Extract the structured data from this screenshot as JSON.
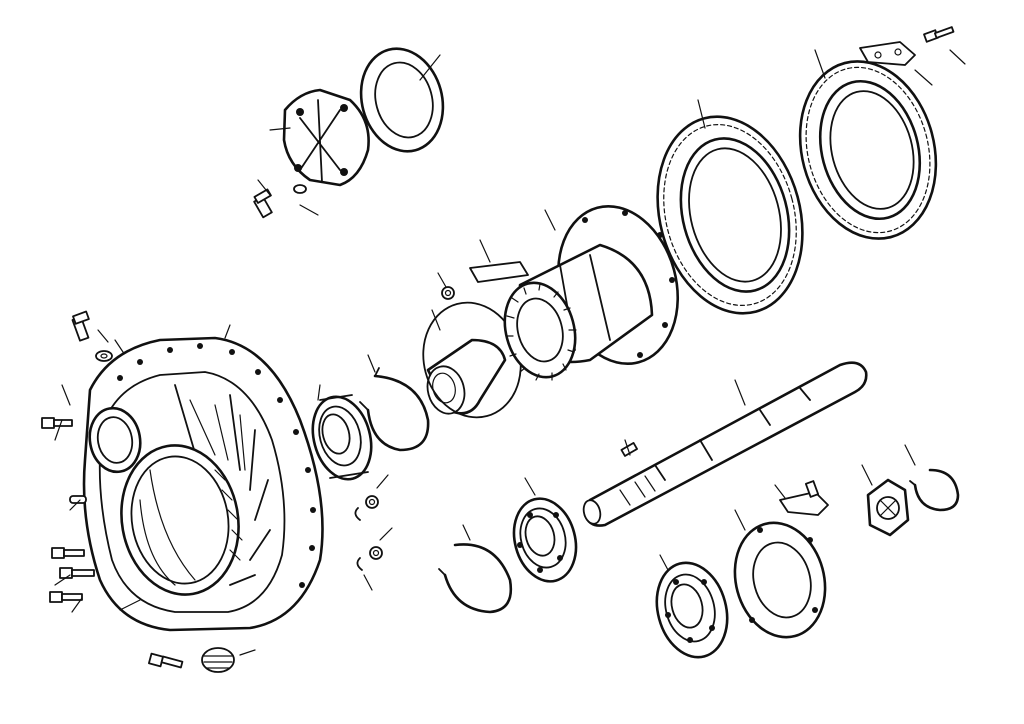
{
  "diagram": {
    "ink_color": "#111111",
    "background_color": "#ffffff",
    "parts": [
      "housing",
      "housing-bolt-top",
      "housing-washer-top",
      "housing-bolt-left-1",
      "housing-bolt-left-2",
      "housing-bolt-left-3",
      "housing-bolt-left-4",
      "dowel-pin",
      "housing-plug",
      "plug-bolt",
      "roller-bearing-left",
      "snap-ring-left",
      "small-nut-1",
      "small-nut-2",
      "spring-clip-1",
      "spring-clip-2",
      "cover-plate",
      "cover-gasket",
      "cover-bolt",
      "cover-washer",
      "bearing-cone",
      "o-ring",
      "planet-carrier-hub",
      "locking-tab",
      "hub-nut",
      "ring-gear",
      "ring-gear-carrier",
      "retainer-plate",
      "retainer-bolt",
      "axle-shaft",
      "shaft-key",
      "shaft-bearing-inner",
      "shaft-snap-ring",
      "shaft-bearing-outer",
      "seal-plate",
      "lock-plate",
      "lock-bolt",
      "castle-nut",
      "end-snap-ring"
    ]
  }
}
